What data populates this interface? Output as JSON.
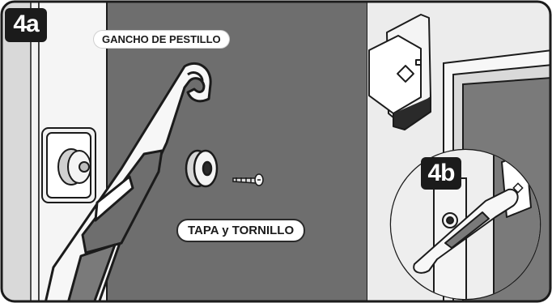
{
  "step_a": {
    "badge": "4a"
  },
  "step_b": {
    "badge": "4b"
  },
  "labels": {
    "latch_hook": "GANCHO DE PESTILLO",
    "cap_and_screw": "TAPA y TORNILLO"
  },
  "colors": {
    "frame_border": "#1b1b1b",
    "door_panel": "#6e6e6e",
    "wall": "#e6e6e6",
    "badge_background": "#1b1b1b",
    "line_art": "#1b1b1b"
  }
}
